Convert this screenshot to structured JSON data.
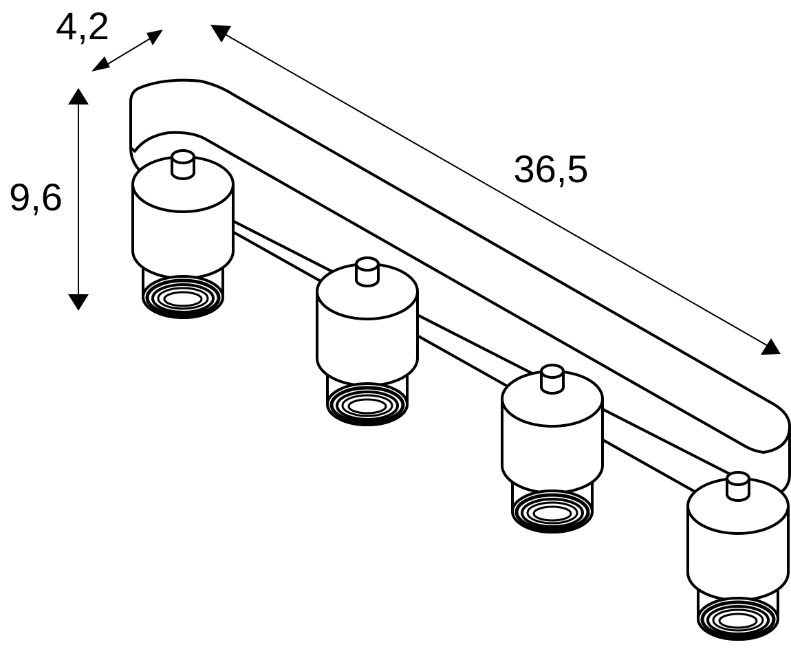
{
  "colors": {
    "line": "#000000",
    "background": "#ffffff"
  },
  "dimensions": {
    "depth": "4,2",
    "height": "9,6",
    "length": "36,5"
  },
  "spotlights": [
    {
      "id": "spot-1"
    },
    {
      "id": "spot-2"
    },
    {
      "id": "spot-3"
    },
    {
      "id": "spot-4"
    }
  ]
}
